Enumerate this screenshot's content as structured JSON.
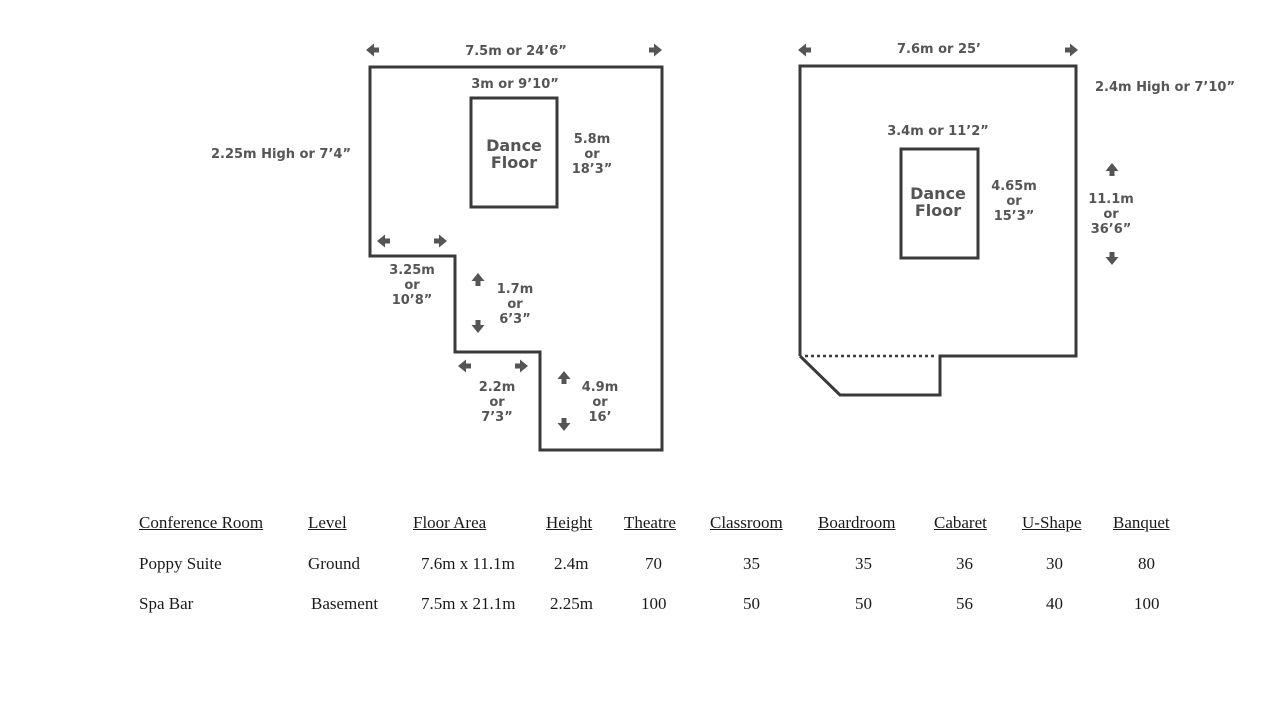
{
  "plans": {
    "spa_bar": {
      "width": "7.5m or 24’6”",
      "height_note": "2.25m High or 7’4”",
      "dance_floor_width": "3m or 9’10”",
      "dance_floor_label": [
        "Dance",
        "Floor"
      ],
      "dance_floor_depth": [
        "5.8m",
        "or",
        "18’3”"
      ],
      "step1_width": [
        "3.25m",
        "or",
        "10’8”"
      ],
      "step1_depth": [
        "1.7m",
        "or",
        "6’3”"
      ],
      "step2_width": [
        "2.2m",
        "or",
        "7’3”"
      ],
      "step2_depth": [
        "4.9m",
        "or",
        "16’"
      ]
    },
    "poppy_suite": {
      "width": "7.6m or 25’",
      "height_note": "2.4m High or 7’10”",
      "dance_floor_width": "3.4m or 11’2”",
      "dance_floor_label": [
        "Dance",
        "Floor"
      ],
      "dance_floor_depth": [
        "4.65m",
        "or",
        "15’3”"
      ],
      "length": [
        "11.1m",
        "or",
        "36’6”"
      ]
    }
  },
  "table": {
    "headers": [
      "Conference Room",
      "Level",
      "Floor Area",
      "Height",
      "Theatre",
      "Classroom",
      "Boardroom",
      "Cabaret",
      "U-Shape",
      "Banquet"
    ],
    "rows": [
      [
        "Poppy Suite",
        "Ground",
        "7.6m x 11.1m",
        "2.4m",
        "70",
        "35",
        "35",
        "36",
        "30",
        "80"
      ],
      [
        "Spa Bar",
        "Basement",
        "7.5m x 21.1m",
        "2.25m",
        "100",
        "50",
        "50",
        "56",
        "40",
        "100"
      ]
    ]
  }
}
